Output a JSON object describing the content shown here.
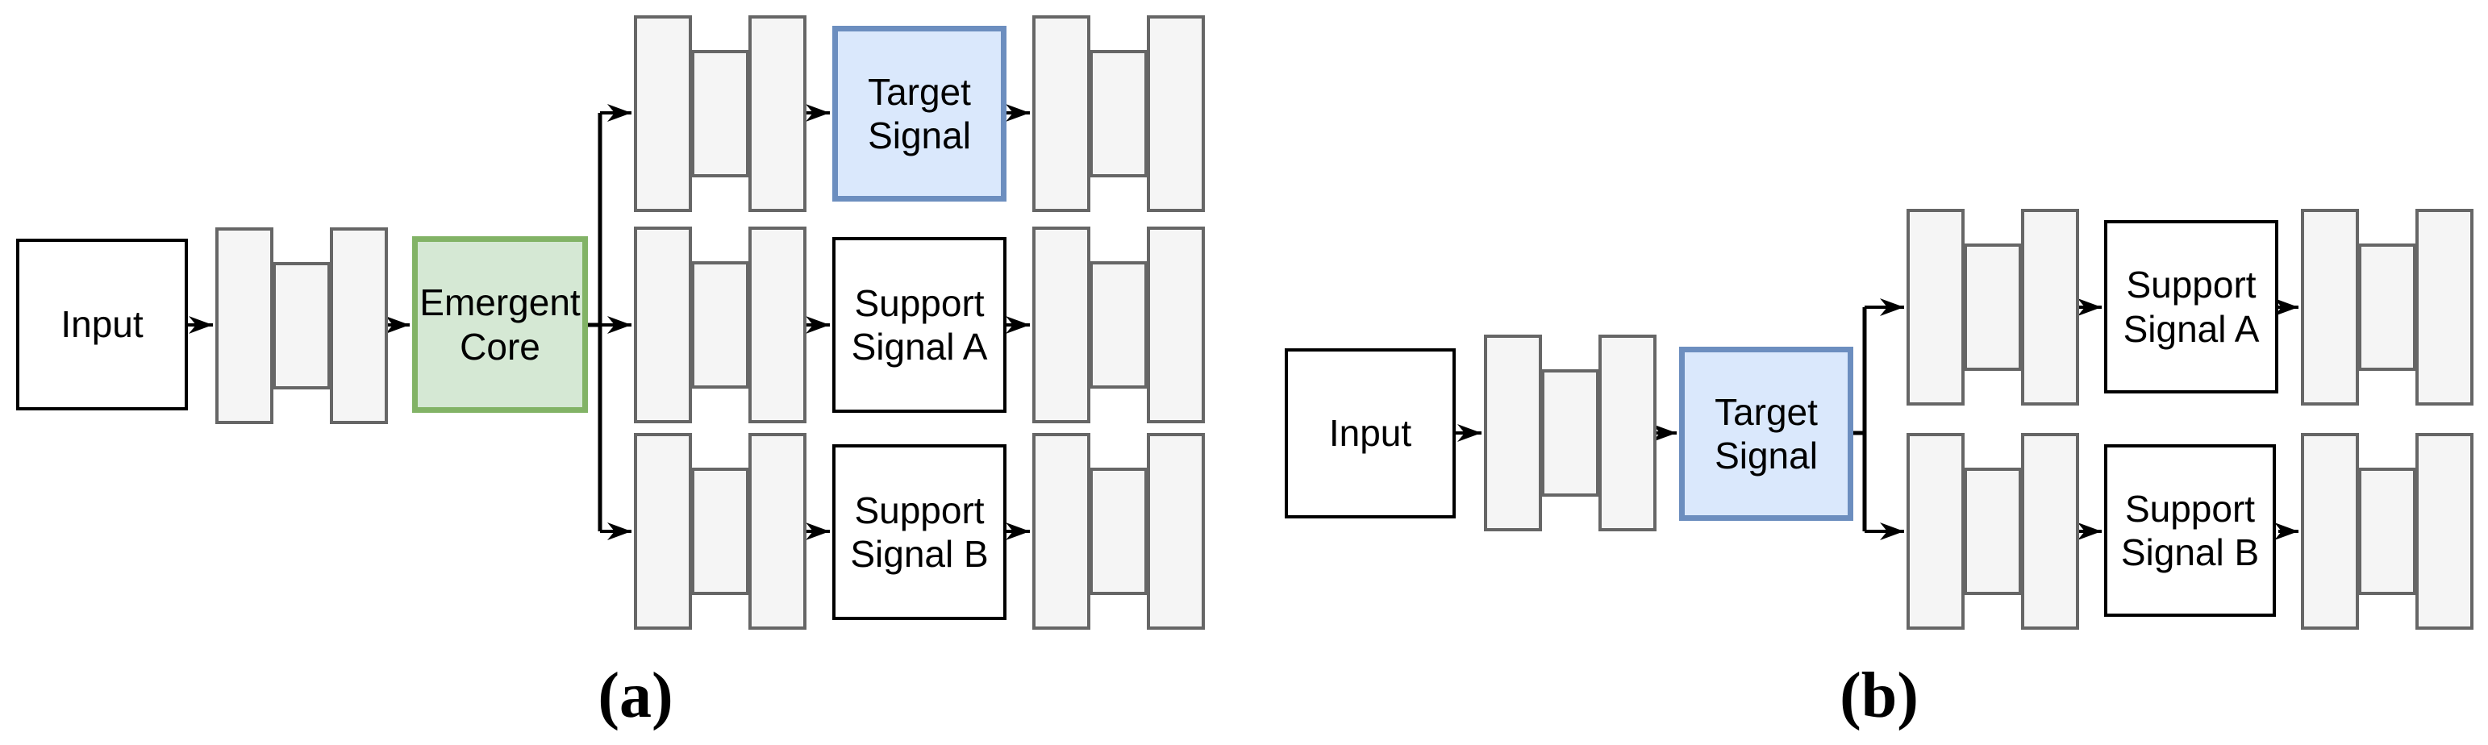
{
  "figure": {
    "type": "architecture-diagram",
    "panels": 2
  },
  "colors": {
    "background": "#ffffff",
    "block_fill": "#f5f5f5",
    "block_border": "#666666",
    "core_fill": "#d5e8d4",
    "core_border": "#82b366",
    "target_fill": "#dae8fc",
    "target_border": "#6c8ebf",
    "plain_border": "#000000",
    "arrow": "#000000"
  },
  "diagram_a": {
    "caption": "(a)",
    "input_label": "Input",
    "core_label": "Emergent Core",
    "branches": [
      {
        "label": "Target Signal",
        "type": "target"
      },
      {
        "label": "Support Signal A",
        "type": "support"
      },
      {
        "label": "Support Signal B",
        "type": "support"
      }
    ]
  },
  "diagram_b": {
    "caption": "(b)",
    "input_label": "Input",
    "core_label": "Target Signal",
    "branches": [
      {
        "label": "Support Signal A",
        "type": "support"
      },
      {
        "label": "Support Signal B",
        "type": "support"
      }
    ]
  }
}
